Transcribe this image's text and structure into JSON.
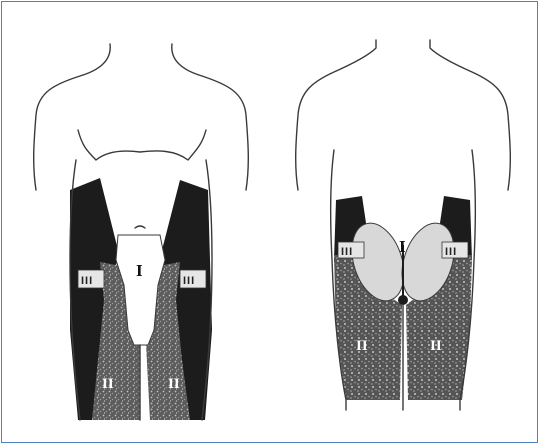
{
  "figure": {
    "front_view": {
      "zone_1_label": "I",
      "zone_2_left_label": "II",
      "zone_2_right_label": "II",
      "zone_3_left_label": "III",
      "zone_3_right_label": "III"
    },
    "back_view": {
      "zone_1_label": "I",
      "zone_2_left_label": "II",
      "zone_2_right_label": "II",
      "zone_3_left_label": "III",
      "zone_3_right_label": "III"
    },
    "colors": {
      "frame": "#4f81bd",
      "outline": "#3a3a3a",
      "zone_1": "#ffffff",
      "zone_2": "#6e6e6e",
      "zone_3": "#1c1c1c",
      "back_zone_1": "#d8d8d8"
    }
  }
}
